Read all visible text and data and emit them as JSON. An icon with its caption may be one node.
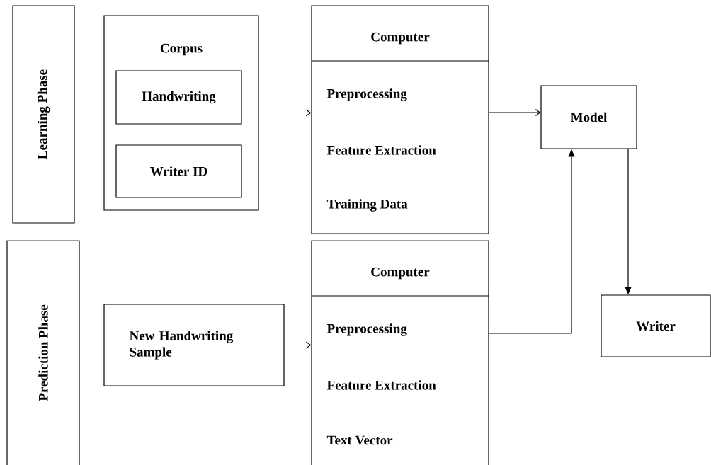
{
  "diagram": {
    "nodes": [
      {
        "text": [
          "Learning Phase"
        ]
      },
      {
        "text": [
          "Corpus"
        ]
      },
      {
        "text": [
          "Handwriting"
        ],
        "in": 1
      },
      {
        "text": [
          "Writer ID"
        ],
        "in": 1
      },
      {
        "text": [
          "Computer",
          "Preprocessing",
          "Feature Extraction",
          "Training Data"
        ]
      },
      {
        "text": [
          "Model"
        ]
      },
      {
        "text": [
          "Prediction Phase"
        ]
      },
      {
        "text": [
          "New Handwriting Sample"
        ]
      },
      {
        "text": [
          "Computer",
          "Preprocessing",
          "Feature Extraction",
          "Text Vector"
        ]
      },
      {
        "text": [
          "Writer"
        ]
      }
    ],
    "edges": [
      {
        "from": 1,
        "to": 4,
        "arrow": "to"
      },
      {
        "from": 4,
        "to": 5,
        "arrow": "to"
      },
      {
        "from": 7,
        "to": 8,
        "arrow": "to"
      },
      {
        "from": 8,
        "to": 5,
        "arrow": "to"
      },
      {
        "from": 5,
        "to": 9,
        "arrow": "to"
      }
    ]
  }
}
